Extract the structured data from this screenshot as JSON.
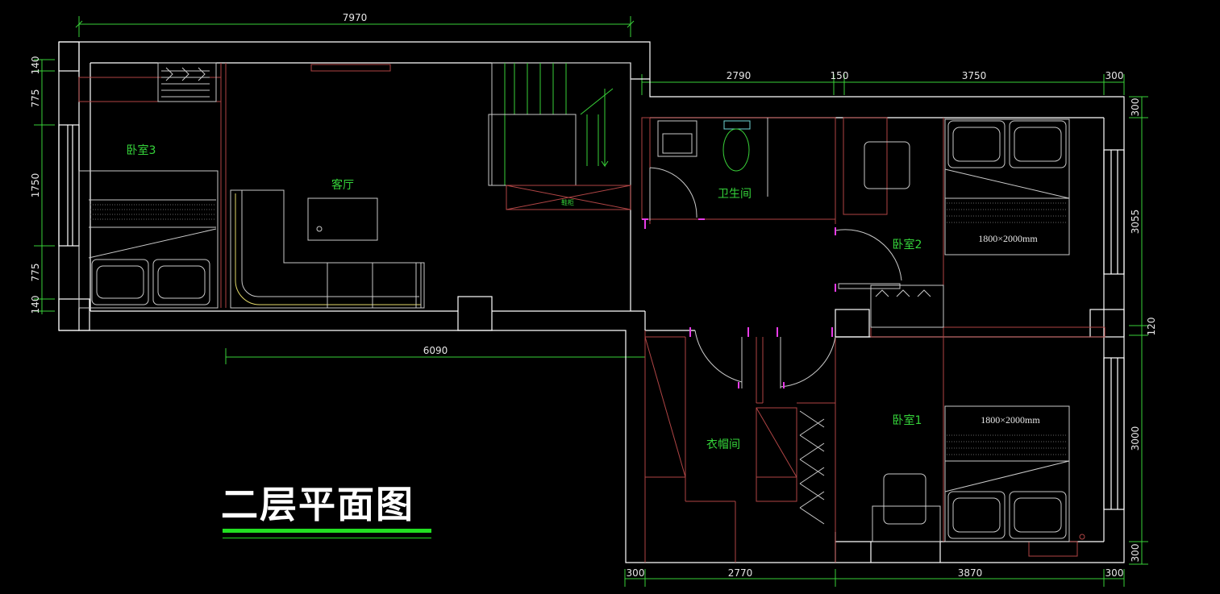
{
  "drawing": {
    "title": "二层平面图",
    "rooms": {
      "bedroom3": "卧室3",
      "living_room": "客厅",
      "bathroom": "卫生间",
      "bedroom2": "卧室2",
      "bedroom1": "卧室1",
      "cloakroom": "衣帽间"
    },
    "bed_sizes": {
      "bedroom2": "1800×2000mm",
      "bedroom1": "1800×2000mm"
    },
    "small_label": "鞋柜",
    "dimensions": {
      "top_total": "7970",
      "top_right": [
        "2790",
        "150",
        "3750",
        "300"
      ],
      "left": [
        "140",
        "775",
        "1750",
        "775",
        "140"
      ],
      "right": [
        "300",
        "3055",
        "120",
        "3000",
        "300"
      ],
      "middle": "6090",
      "bottom": [
        "300",
        "2770",
        "3870",
        "300"
      ]
    },
    "colors": {
      "background": "#000000",
      "wall": "#ffffff",
      "dimension": "#39d139",
      "room_label": "#35d43a",
      "furniture": "#c9c9c9",
      "cabinet": "#b04545",
      "door": "#e83be8",
      "title_underline": "#22e022"
    }
  }
}
